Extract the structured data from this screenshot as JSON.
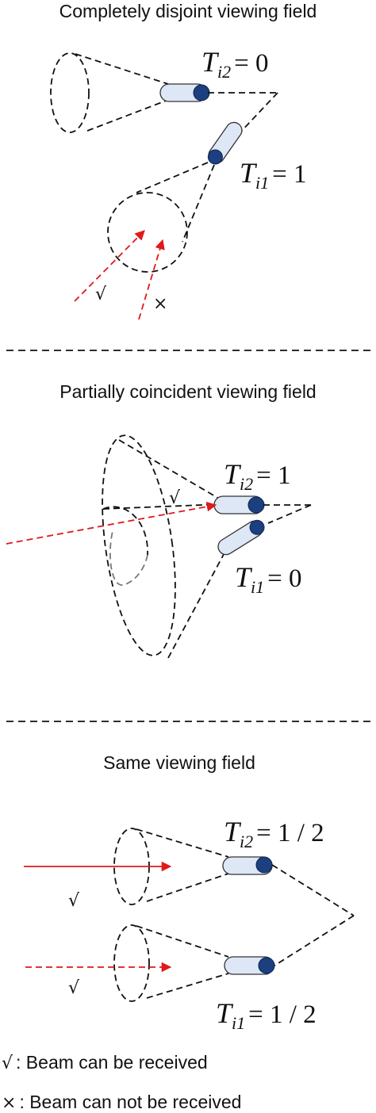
{
  "sections": [
    {
      "title": "Completely disjoint viewing field",
      "labels": [
        {
          "sym": "T",
          "sub": "i2",
          "rhs": "= 0"
        },
        {
          "sym": "T",
          "sub": "i1",
          "rhs": "= 1"
        }
      ],
      "marks": [
        "√",
        "×"
      ]
    },
    {
      "title": "Partially coincident viewing field",
      "labels": [
        {
          "sym": "T",
          "sub": "i2",
          "rhs": "= 1"
        },
        {
          "sym": "T",
          "sub": "i1",
          "rhs": "= 0"
        }
      ],
      "marks": [
        "√"
      ]
    },
    {
      "title": "Same viewing field",
      "labels": [
        {
          "sym": "T",
          "sub": "i2",
          "rhs": "= 1 / 2"
        },
        {
          "sym": "T",
          "sub": "i1",
          "rhs": "= 1 / 2"
        }
      ],
      "marks": [
        "√",
        "√"
      ]
    }
  ],
  "legend": [
    {
      "symbol": "√",
      "text": ": Beam can be received"
    },
    {
      "symbol": "×",
      "text": ": Beam can not be received"
    }
  ],
  "colors": {
    "beam": "#e0191b",
    "tube_body": "#dde7f5",
    "tube_lens": "#1c3f80",
    "line": "#111111"
  }
}
